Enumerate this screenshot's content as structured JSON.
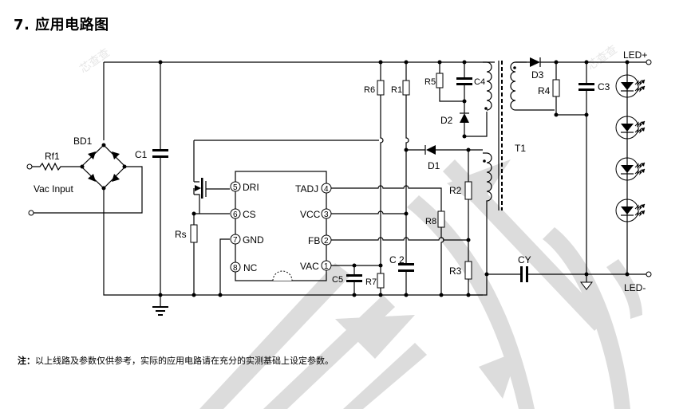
{
  "heading": "7.  应用电路图",
  "note": {
    "prefix": "注：",
    "text": "以上线路及参数仅供参考，实际的应用电路请在充分的实测基础上设定参数。"
  },
  "watermark": {
    "small_text": "芯查查"
  },
  "components": {
    "rf1": "Rf1",
    "bd1": "BD1",
    "vac_input": "Vac Input",
    "c1": "C1",
    "rs": "Rs",
    "r6": "R6",
    "r1": "R1",
    "r5": "R5",
    "c4": "C4",
    "d2": "D2",
    "d1": "D1",
    "d3": "D3",
    "r4": "R4",
    "c3": "C3",
    "t1": "T1",
    "r2": "R2",
    "r8": "R8",
    "r3": "R3",
    "c2": "C 2",
    "c5": "C5",
    "r7": "R7",
    "cy": "CY",
    "led_plus": "LED+",
    "led_minus": "LED-"
  },
  "ic": {
    "pins_left": [
      {
        "num": "5",
        "name": "DRI"
      },
      {
        "num": "6",
        "name": "CS"
      },
      {
        "num": "7",
        "name": "GND"
      },
      {
        "num": "8",
        "name": "NC"
      }
    ],
    "pins_right": [
      {
        "num": "4",
        "name": "TADJ"
      },
      {
        "num": "3",
        "name": "VCC"
      },
      {
        "num": "2",
        "name": "FB"
      },
      {
        "num": "1",
        "name": "VAC"
      }
    ]
  },
  "led_count": 4
}
